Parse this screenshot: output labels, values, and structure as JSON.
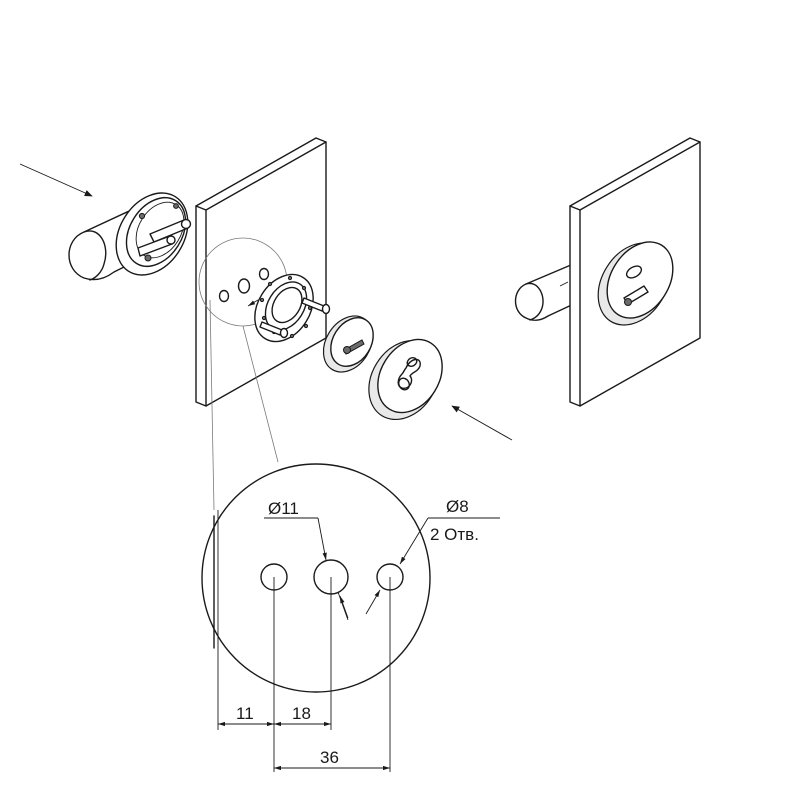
{
  "diagram": {
    "dimensions": {
      "hole_center_label": "Ø11",
      "hole_side_label": "Ø8",
      "hole_side_count_label": "2 Отв.",
      "offset_edge_label": "11",
      "offset_center_label": "18",
      "side_spacing_label": "36"
    },
    "colors": {
      "line": "#1a1a1a",
      "fill": "#ffffff",
      "shade": "#e9e9e9",
      "leader": "#7a7a7a"
    }
  }
}
